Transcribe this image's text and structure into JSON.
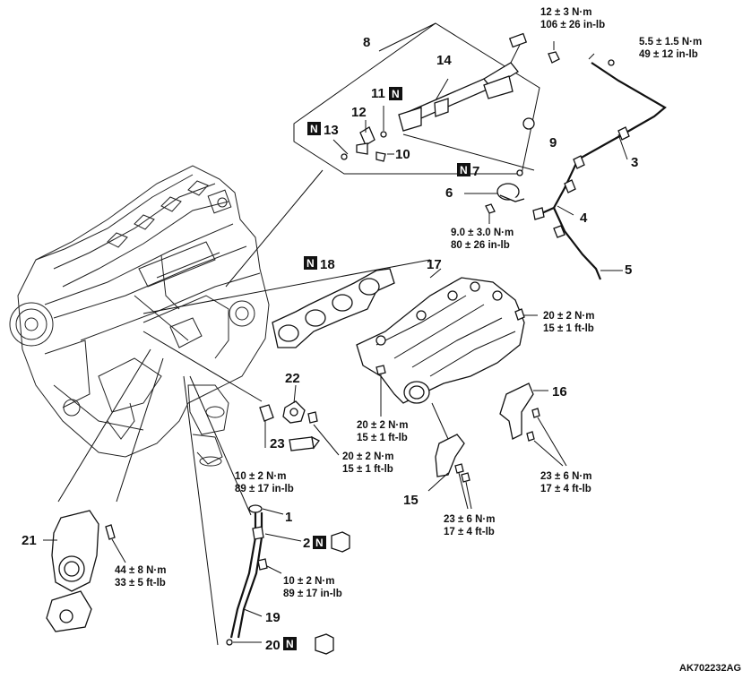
{
  "parts": [
    {
      "id": "1",
      "n": "1",
      "new": false
    },
    {
      "id": "2",
      "n": "2",
      "new": true
    },
    {
      "id": "3",
      "n": "3",
      "new": false
    },
    {
      "id": "4",
      "n": "4",
      "new": false
    },
    {
      "id": "5",
      "n": "5",
      "new": false
    },
    {
      "id": "6",
      "n": "6",
      "new": false
    },
    {
      "id": "7",
      "n": "7",
      "new": true
    },
    {
      "id": "8",
      "n": "8",
      "new": false
    },
    {
      "id": "9",
      "n": "9",
      "new": false
    },
    {
      "id": "10",
      "n": "10",
      "new": false
    },
    {
      "id": "11",
      "n": "11",
      "new": true
    },
    {
      "id": "12",
      "n": "12",
      "new": false
    },
    {
      "id": "13",
      "n": "13",
      "new": true
    },
    {
      "id": "14",
      "n": "14",
      "new": false
    },
    {
      "id": "15",
      "n": "15",
      "new": false
    },
    {
      "id": "16",
      "n": "16",
      "new": false
    },
    {
      "id": "17",
      "n": "17",
      "new": false
    },
    {
      "id": "18",
      "n": "18",
      "new": true
    },
    {
      "id": "19",
      "n": "19",
      "new": false
    },
    {
      "id": "20",
      "n": "20",
      "new": true
    },
    {
      "id": "21",
      "n": "21",
      "new": false
    },
    {
      "id": "22",
      "n": "22",
      "new": false
    },
    {
      "id": "23",
      "n": "23",
      "new": false
    }
  ],
  "new_part_marker": "N",
  "torques": [
    {
      "id": "t1",
      "nm": "12 ± 3 N·m",
      "imp": "106 ± 26 in-lb"
    },
    {
      "id": "t2",
      "nm": "5.5 ± 1.5 N·m",
      "imp": "49 ± 12 in-lb"
    },
    {
      "id": "t3",
      "nm": "9.0 ± 3.0 N·m",
      "imp": "80 ± 26 in-lb"
    },
    {
      "id": "t4",
      "nm": "20 ± 2 N·m",
      "imp": "15 ± 1 ft-lb"
    },
    {
      "id": "t5",
      "nm": "20 ± 2 N·m",
      "imp": "15 ± 1 ft-lb"
    },
    {
      "id": "t6",
      "nm": "20 ± 2 N·m",
      "imp": "15 ± 1 ft-lb"
    },
    {
      "id": "t7",
      "nm": "10 ± 2 N·m",
      "imp": "89 ± 17 in-lb"
    },
    {
      "id": "t8",
      "nm": "23 ± 6 N·m",
      "imp": "17 ± 4 ft-lb"
    },
    {
      "id": "t9",
      "nm": "23 ± 6 N·m",
      "imp": "17 ± 4 ft-lb"
    },
    {
      "id": "t10",
      "nm": "44 ± 8 N·m",
      "imp": "33 ± 5 ft-lb"
    },
    {
      "id": "t11",
      "nm": "10 ± 2 N·m",
      "imp": "89 ± 17 in-lb"
    }
  ],
  "figure_code": "AK702232AG"
}
